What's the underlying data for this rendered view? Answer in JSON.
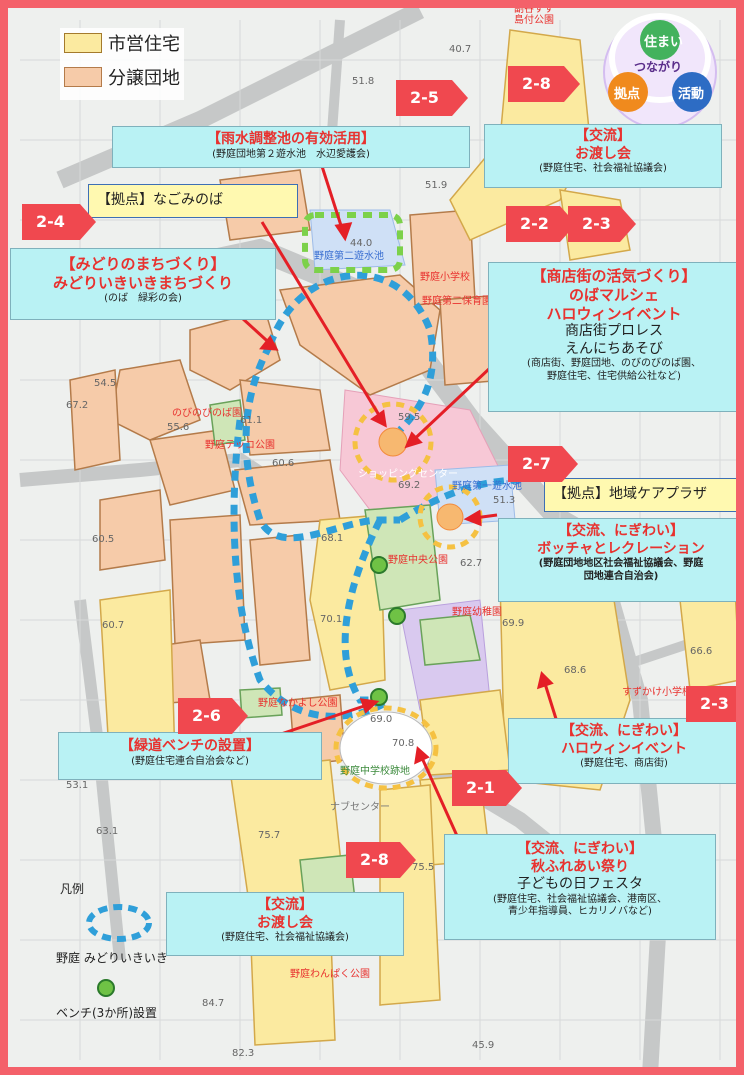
{
  "colors": {
    "frame": "#f4616a",
    "municipal": "#fbeaa0",
    "municipal_border": "#d3a84a",
    "condo": "#f6cba9",
    "condo_border": "#b47b4a",
    "green_route": "#2f9fd9",
    "orange_route": "#f5c142",
    "tag_red": "#f0484f",
    "box_cyan": "#b9f2f4",
    "arrow_red": "#e41f26"
  },
  "legend_top": {
    "municipal_label": "市営住宅",
    "condo_label": "分譲団地"
  },
  "logo": {
    "top_label": "住まい",
    "middle_label": "つながり",
    "left_label": "拠点",
    "right_label": "活動"
  },
  "legend_bottom": {
    "title": "凡例",
    "route_label": "野庭 みどりいきいき",
    "bench_label": "ベンチ(3か所)設置"
  },
  "tags": {
    "t25": "2-5",
    "t28a": "2-8",
    "t24": "2-4",
    "t22": "2-2",
    "t23a": "2-3",
    "t27": "2-7",
    "t26": "2-6",
    "t23b": "2-3",
    "t21": "2-1",
    "t28b": "2-8"
  },
  "boxes": {
    "rain": {
      "title": "【雨水調整池の有効活用】",
      "sub": "(野庭団地第２遊水池　水辺愛護会)"
    },
    "exchange_top": {
      "title1": "【交流】",
      "title2": "お渡し会",
      "sub": "(野庭住宅、社会福祉協議会)"
    },
    "nagomi": {
      "text": "【拠点】なごみのば"
    },
    "midori": {
      "title1": "【みどりのまちづくり】",
      "title2": "みどりいきいきまちづくり",
      "sub": "(のば　緑彩の会)"
    },
    "shoutengai": {
      "title": "【商店街の活気づくり】",
      "line1": "のばマルシェ",
      "line2": "ハロウィンイベント",
      "line3": "商店街プロレス",
      "line4": "えんにちあそび",
      "sub1": "(商店街、野庭団地、のびのびのば園、",
      "sub2": "野庭住宅、住宅供給公社など)"
    },
    "careplaza": {
      "text": "【拠点】地域ケアプラザ"
    },
    "boccia": {
      "title1": "【交流、にぎわい】",
      "title2": "ボッチャとレクレーション",
      "sub1": "(野庭団地地区社会福祉協議会、野庭",
      "sub2": "団地連合自治会)"
    },
    "bench": {
      "title": "【緑道ベンチの設置】",
      "sub": "(野庭住宅連合自治会など)"
    },
    "halloween": {
      "title1": "【交流、にぎわい】",
      "title2": "ハロウィンイベント",
      "sub": "(野庭住宅、商店街)"
    },
    "fureai": {
      "title1": "【交流、にぎわい】",
      "title2": "秋ふれあい祭り",
      "line": "子どもの日フェスタ",
      "sub1": "(野庭住宅、社会福祉協議会、港南区、",
      "sub2": "青少年指導員、ヒカリノバなど)"
    },
    "exchange_bottom": {
      "title1": "【交流】",
      "title2": "お渡し会",
      "sub": "(野庭住宅、社会福祉協議会)"
    }
  },
  "map_labels": {
    "park_top": "副谷すす\n島付公園",
    "e40_7": "40.7",
    "e51_8": "51.8",
    "e51_9": "51.9",
    "e44_0": "44.0",
    "pond2": "野庭第二遊水池",
    "school1": "野庭小学校",
    "nursery2": "野庭第二保育園",
    "e54_5": "54.5",
    "e67_2": "67.2",
    "nobi": "のびのびのば園",
    "e55_6": "55.6",
    "tekko": "野庭テッコ公園",
    "e61_1": "61.1",
    "e60_6": "60.6",
    "e59_5": "59.5",
    "shopping": "ショッピングセンター",
    "e69_2": "69.2",
    "pond1": "野庭第一遊水池",
    "e51_3": "51.3",
    "e60_5": "60.5",
    "e68_1": "68.1",
    "central_park": "野庭中央公園",
    "e62_7": "62.7",
    "yochien": "野庭幼稚園",
    "e69_9": "69.9",
    "e60_7": "60.7",
    "e70_1": "70.1",
    "e66_6": "66.6",
    "e68_6": "68.6",
    "suzukake": "すずかけ小学校",
    "nakayoshi": "野庭なかよし公園",
    "e69_0": "69.0",
    "e70_8": "70.8",
    "jhs": "野庭中学校跡地",
    "e53_1": "53.1",
    "center": "ナブセンター",
    "e63_1": "63.1",
    "e75_7": "75.7",
    "e75_5": "75.5",
    "wanpaku": "野庭わんぱく公園",
    "e84_7": "84.7",
    "e82_3": "82.3",
    "e45_9": "45.9"
  }
}
